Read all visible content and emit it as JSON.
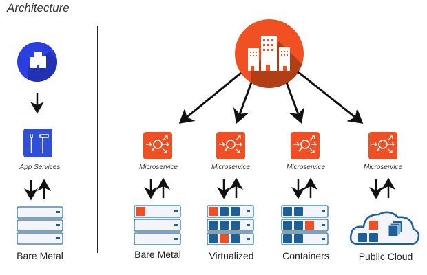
{
  "title": "Architecture",
  "colors": {
    "monolith_blue": "#2b3fe0",
    "app_services_blue": "#2e4fd6",
    "microservice_orange": "#f04e23",
    "enterprise_orange": "#f05022",
    "server_border": "#4a86b8",
    "server_fill": "#f3f5fa",
    "server_led": "#1f5f99",
    "arrow": "#111111"
  },
  "left": {
    "enterprise_icon": "enterprise-buildings-icon",
    "app_services_icon": "tools-wrench-hammer-icon",
    "app_services_label": "App Services",
    "server_label": "Bare Metal"
  },
  "right": {
    "enterprise_icon": "enterprise-buildings-icon",
    "columns": [
      {
        "microservice_label": "Microservice",
        "deploy_label": "Bare Metal",
        "type": "bare-metal"
      },
      {
        "microservice_label": "Microservice",
        "deploy_label": "Virtualized",
        "type": "virtualized"
      },
      {
        "microservice_label": "Microservice",
        "deploy_label": "Containers",
        "type": "containers"
      },
      {
        "microservice_label": "Microservice",
        "deploy_label": "Public Cloud",
        "type": "public-cloud"
      }
    ]
  }
}
